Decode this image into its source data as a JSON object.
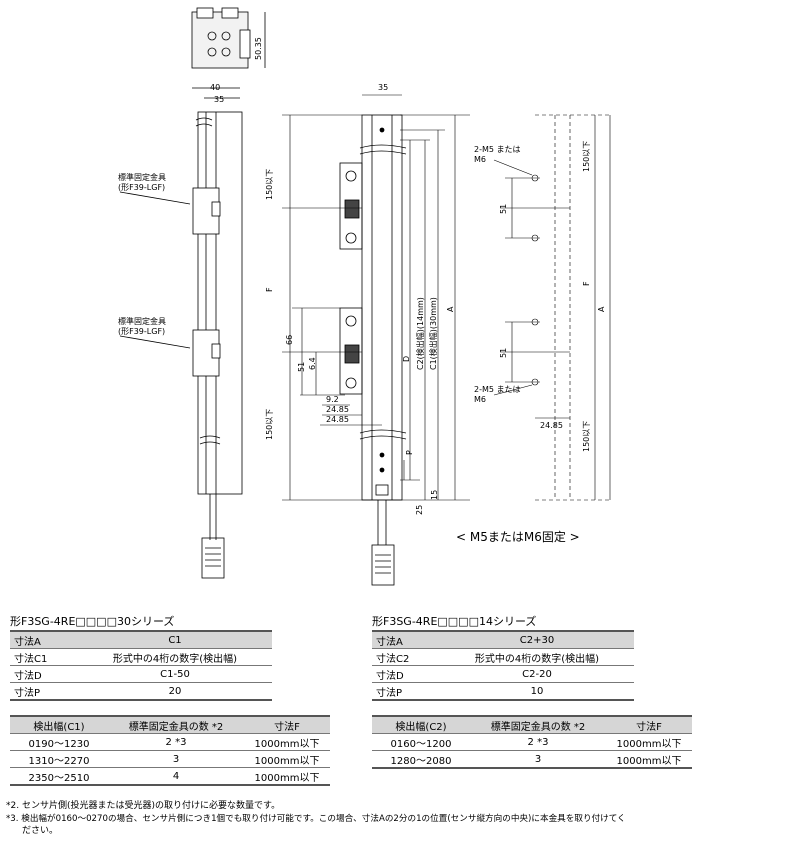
{
  "drawing": {
    "dims": {
      "height_top": "50.35",
      "w40": "40",
      "w35_left": "35",
      "w35_mid": "35",
      "d150_top": "150以下",
      "d150_bottom": "150以下",
      "F_mid": "F",
      "D": "D",
      "C2": "C2(検出幅)(14mm)",
      "C1": "C1(検出幅)(30mm)",
      "A_mid": "A",
      "d66": "66",
      "d51_mid": "51",
      "d6_4": "6.4",
      "d9_2": "9.2",
      "d24_85_a": "24.85",
      "d24_85_b": "24.85",
      "P": "P",
      "d15": "15",
      "d25": "25",
      "hole_top": "2-M5 または\nM6",
      "hole_bottom": "2-M5 または\nM6",
      "d51_r1": "51",
      "d51_r2": "51",
      "F_right": "F",
      "A_right": "A",
      "d150_r_top": "150以下",
      "d150_r_bottom": "150以下",
      "d24_85_r": "24.85"
    },
    "bracket_label_1": [
      "標準固定金具",
      "(形F39-LGF)"
    ],
    "bracket_label_2": [
      "標準固定金具",
      "(形F39-LGF)"
    ],
    "mount_caption": "< M5またはM6固定 >"
  },
  "series30": {
    "title": "形F3SG-4RE□□□□30シリーズ",
    "header": [
      "寸法A",
      "C1"
    ],
    "rows": [
      [
        "寸法C1",
        "形式中の4桁の数字(検出幅)"
      ],
      [
        "寸法D",
        "C1-50"
      ],
      [
        "寸法P",
        "20"
      ]
    ],
    "qty_header": [
      "検出幅(C1)",
      "標準固定金具の数 *2",
      "寸法F"
    ],
    "qty_rows": [
      [
        "0190～1230",
        "2 *3",
        "1000mm以下"
      ],
      [
        "1310～2270",
        "3",
        "1000mm以下"
      ],
      [
        "2350～2510",
        "4",
        "1000mm以下"
      ]
    ]
  },
  "series14": {
    "title": "形F3SG-4RE□□□□14シリーズ",
    "header": [
      "寸法A",
      "C2+30"
    ],
    "rows": [
      [
        "寸法C2",
        "形式中の4桁の数字(検出幅)"
      ],
      [
        "寸法D",
        "C2-20"
      ],
      [
        "寸法P",
        "10"
      ]
    ],
    "qty_header": [
      "検出幅(C2)",
      "標準固定金具の数 *2",
      "寸法F"
    ],
    "qty_rows": [
      [
        "0160～1200",
        "2 *3",
        "1000mm以下"
      ],
      [
        "1280～2080",
        "3",
        "1000mm以下"
      ]
    ]
  },
  "notes": {
    "n2": "*2. センサ片側(投光器または受光器)の取り付けに必要な数量です。",
    "n3_a": "*3. 検出幅が0160～0270の場合、センサ片側につき1個でも取り付け可能です。この場合、寸法Aの2分の1の位置(センサ縦方向の中央)に本金具を取り付けてく",
    "n3_b": "ださい。"
  }
}
